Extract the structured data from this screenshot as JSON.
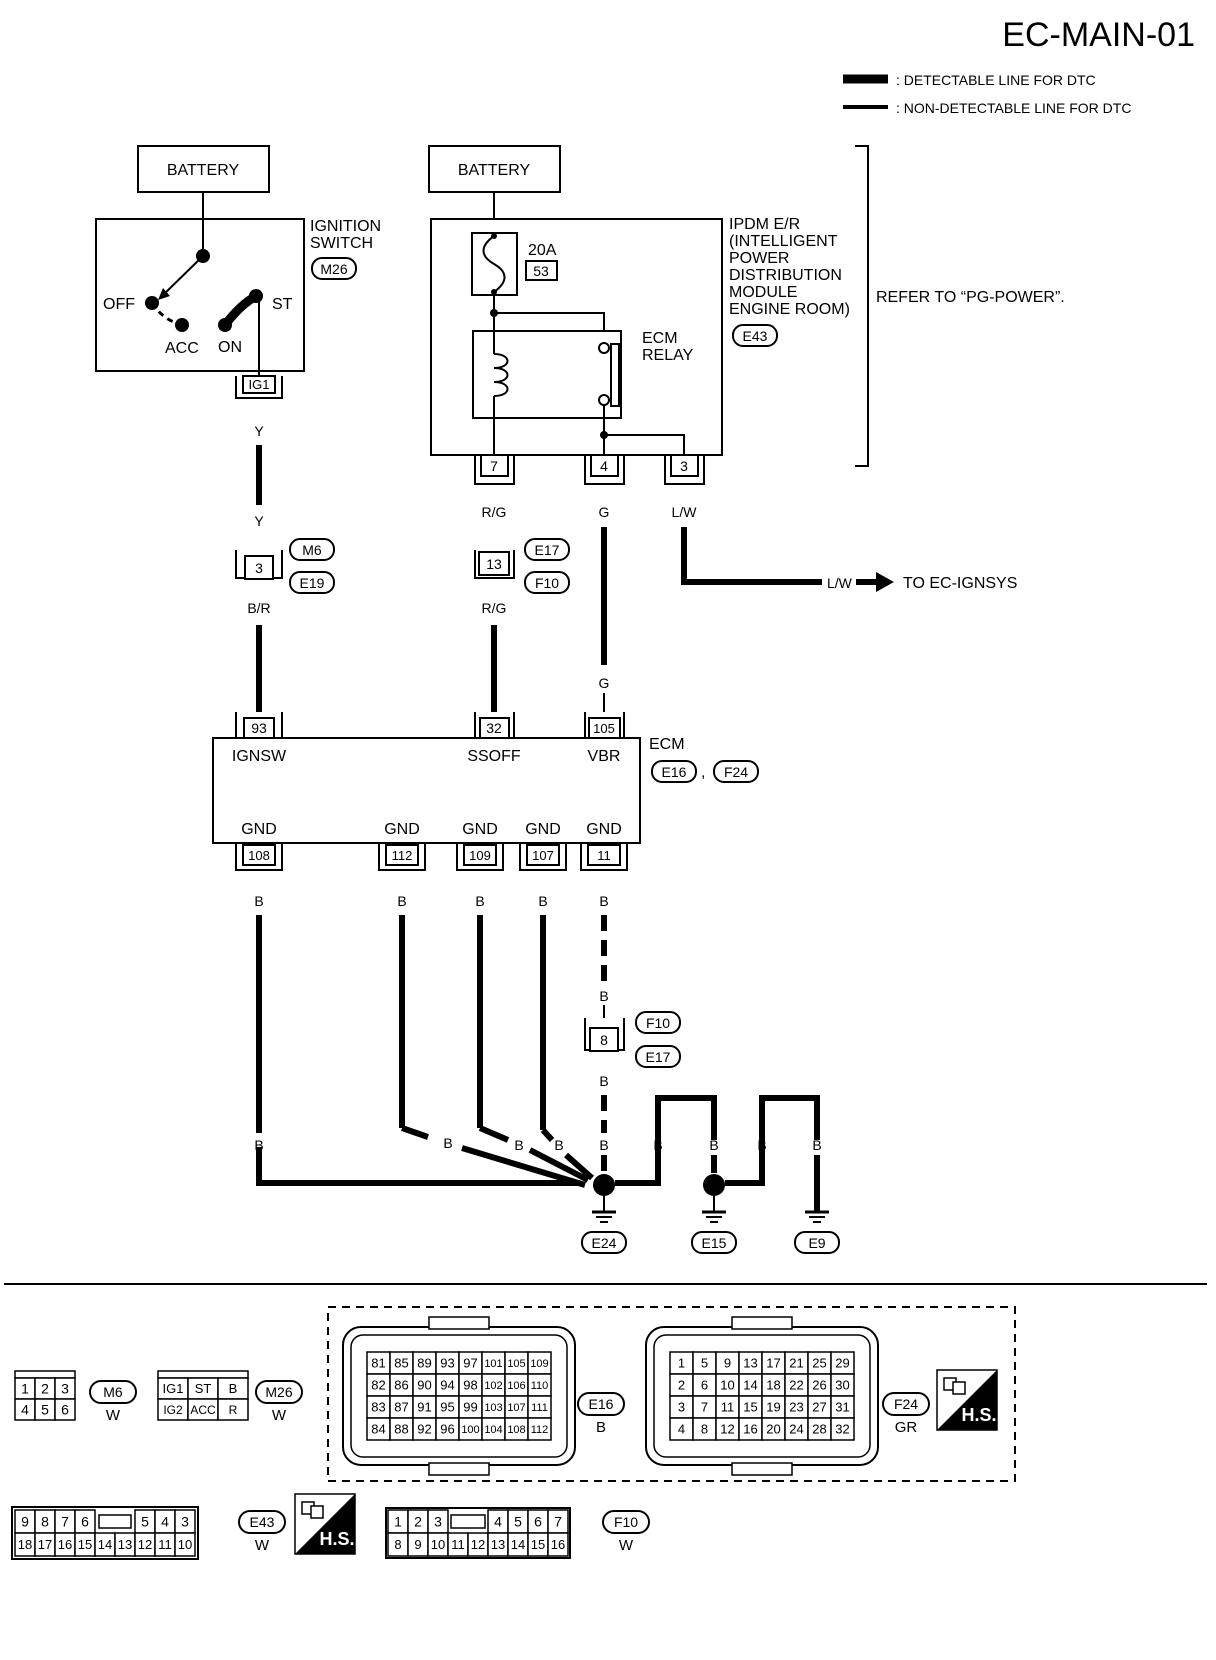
{
  "page_id": "EC-MAIN-01",
  "legend": {
    "detectable": ": DETECTABLE LINE FOR DTC",
    "non_detectable": ": NON-DETECTABLE LINE FOR DTC"
  },
  "battery_label": "BATTERY",
  "ignition_switch": {
    "label1": "IGNITION",
    "label2": "SWITCH",
    "connector": "M26",
    "positions": [
      "OFF",
      "ACC",
      "ON",
      "ST"
    ],
    "terminal": "IG1"
  },
  "fuse": {
    "rating": "20A",
    "number": "53"
  },
  "ipdm": {
    "lines": [
      "IPDM E/R",
      "(INTELLIGENT",
      "POWER",
      "DISTRIBUTION",
      "MODULE",
      "ENGINE ROOM)"
    ],
    "connector": "E43",
    "relay_label1": "ECM",
    "relay_label2": "RELAY",
    "refer_text": "REFER TO “PG-POWER”."
  },
  "ipdm_terminals": [
    "7",
    "4",
    "3"
  ],
  "wire_colors": {
    "y": "Y",
    "br": "B/R",
    "rg": "R/G",
    "g": "G",
    "lw": "L/W",
    "b": "B"
  },
  "joint_connectors": {
    "jc1": {
      "pin": "3",
      "top": "M6",
      "bottom": "E19"
    },
    "jc2": {
      "pin": "13",
      "top": "E17",
      "bottom": "F10"
    },
    "jc3": {
      "pin": "8",
      "top": "F10",
      "bottom": "E17"
    }
  },
  "to_ignsys": "TO EC-IGNSYS",
  "ecm": {
    "label": "ECM",
    "connectors": [
      "E16",
      "F24"
    ],
    "top_pins": [
      {
        "pin": "93",
        "name": "IGNSW"
      },
      {
        "pin": "32",
        "name": "SSOFF"
      },
      {
        "pin": "105",
        "name": "VBR"
      }
    ],
    "bottom_pins": [
      {
        "pin": "108",
        "name": "GND"
      },
      {
        "pin": "112",
        "name": "GND"
      },
      {
        "pin": "109",
        "name": "GND"
      },
      {
        "pin": "107",
        "name": "GND"
      },
      {
        "pin": "11",
        "name": "GND"
      }
    ]
  },
  "grounds": [
    "E24",
    "E15",
    "E9"
  ],
  "connector_views": {
    "m6": {
      "id": "M6",
      "color": "W",
      "row1": [
        "1",
        "2",
        "3"
      ],
      "row2": [
        "4",
        "5",
        "6"
      ]
    },
    "m26": {
      "id": "M26",
      "color": "W",
      "row1": [
        "IG1",
        "ST",
        "B"
      ],
      "row2": [
        "IG2",
        "ACC",
        "R"
      ]
    },
    "e16": {
      "id": "E16",
      "color": "B",
      "rows": [
        [
          "81",
          "85",
          "89",
          "93",
          "97",
          "101",
          "105",
          "109"
        ],
        [
          "82",
          "86",
          "90",
          "94",
          "98",
          "102",
          "106",
          "110"
        ],
        [
          "83",
          "87",
          "91",
          "95",
          "99",
          "103",
          "107",
          "111"
        ],
        [
          "84",
          "88",
          "92",
          "96",
          "100",
          "104",
          "108",
          "112"
        ]
      ]
    },
    "f24": {
      "id": "F24",
      "color": "GR",
      "rows": [
        [
          "1",
          "5",
          "9",
          "13",
          "17",
          "21",
          "25",
          "29"
        ],
        [
          "2",
          "6",
          "10",
          "14",
          "18",
          "22",
          "26",
          "30"
        ],
        [
          "3",
          "7",
          "11",
          "15",
          "19",
          "23",
          "27",
          "31"
        ],
        [
          "4",
          "8",
          "12",
          "16",
          "20",
          "24",
          "28",
          "32"
        ]
      ]
    },
    "e43": {
      "id": "E43",
      "color": "W",
      "row1_left": [
        "9",
        "8",
        "7",
        "6"
      ],
      "row1_right": [
        "5",
        "4",
        "3"
      ],
      "row2": [
        "18",
        "17",
        "16",
        "15",
        "14",
        "13",
        "12",
        "11",
        "10"
      ]
    },
    "f10": {
      "id": "F10",
      "color": "W",
      "row1_left": [
        "1",
        "2",
        "3"
      ],
      "row1_right": [
        "4",
        "5",
        "6",
        "7"
      ],
      "row2": [
        "8",
        "9",
        "10",
        "11",
        "12",
        "13",
        "14",
        "15",
        "16"
      ]
    },
    "hs": "H.S."
  }
}
